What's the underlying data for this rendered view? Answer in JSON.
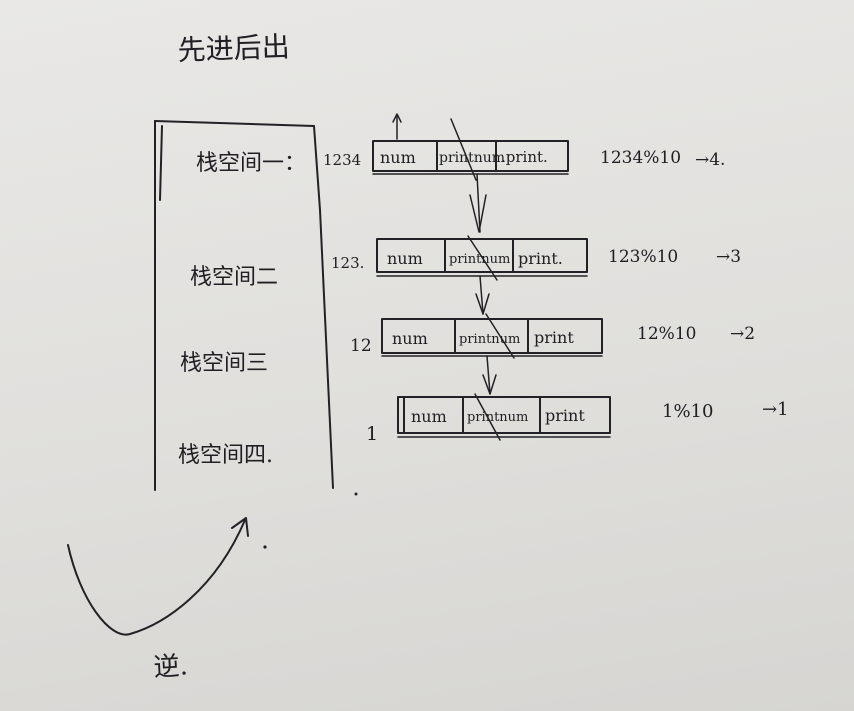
{
  "title": "先进后出",
  "stack_frames": [
    {
      "label": "栈空间一："
    },
    {
      "label": "栈空间二"
    },
    {
      "label": "栈空间三"
    },
    {
      "label": "栈空间四."
    }
  ],
  "calls": [
    {
      "arg": "1234",
      "fields": [
        "num",
        "printnum",
        ".print."
      ],
      "note": "1234%10",
      "result": "→4."
    },
    {
      "arg": "123.",
      "fields": [
        "num",
        "printnum",
        "print."
      ],
      "note": "123%10",
      "result": "→3"
    },
    {
      "arg": "12",
      "fields": [
        "num",
        "printnum",
        "print"
      ],
      "note": "12%10",
      "result": "→2"
    },
    {
      "arg": "1",
      "fields": [
        "num",
        "printnum",
        "print"
      ],
      "note": "1%10",
      "result": "→1"
    }
  ],
  "return_label": "逆."
}
